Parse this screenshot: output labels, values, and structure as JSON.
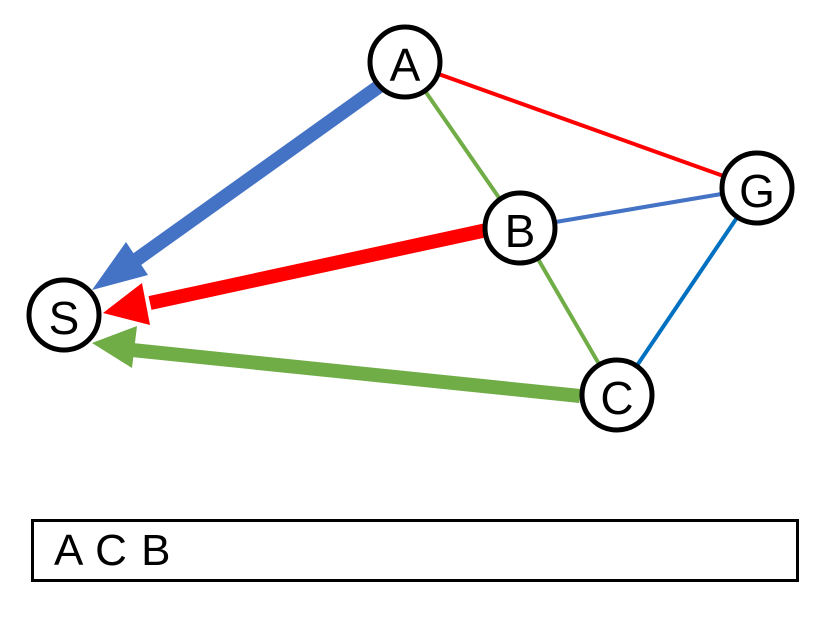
{
  "graph": {
    "nodes": [
      {
        "id": "A",
        "label": "A"
      },
      {
        "id": "B",
        "label": "B"
      },
      {
        "id": "C",
        "label": "C"
      },
      {
        "id": "G",
        "label": "G"
      },
      {
        "id": "S",
        "label": "S"
      }
    ],
    "edges": [
      {
        "from": "A",
        "to": "G",
        "color": "#ff0000"
      },
      {
        "from": "A",
        "to": "B",
        "color": "#70ad47"
      },
      {
        "from": "B",
        "to": "G",
        "color": "#4472c4"
      },
      {
        "from": "B",
        "to": "C",
        "color": "#70ad47"
      },
      {
        "from": "C",
        "to": "G",
        "color": "#0070c0"
      }
    ],
    "arrows": [
      {
        "from": "A",
        "to": "S",
        "color": "#4472c4"
      },
      {
        "from": "B",
        "to": "S",
        "color": "#ff0000"
      },
      {
        "from": "C",
        "to": "S",
        "color": "#70ad47"
      }
    ]
  },
  "queue": {
    "text": "A C B"
  }
}
